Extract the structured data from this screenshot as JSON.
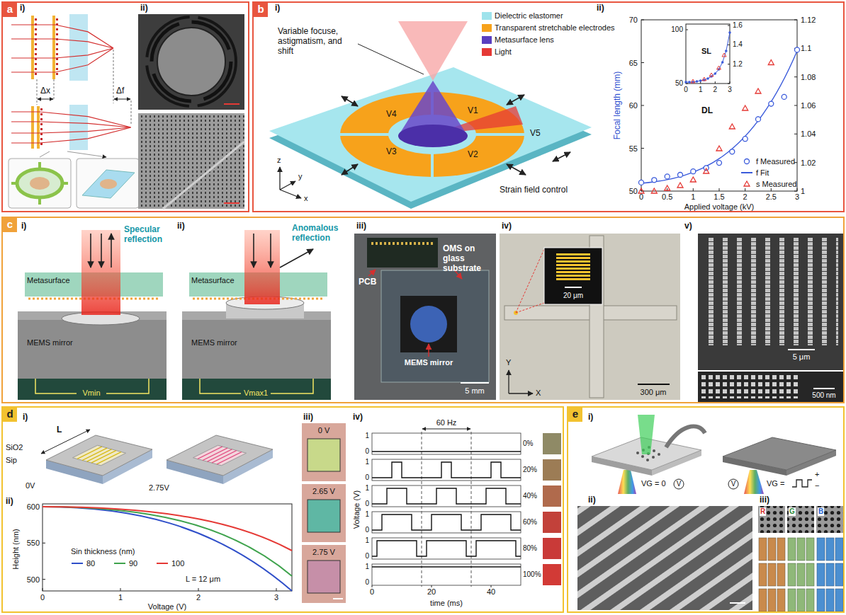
{
  "diagram": {
    "nodes": [
      {
        "text": [
          "a"
        ]
      },
      {
        "text": [
          "b"
        ]
      },
      {
        "text": [
          "c"
        ]
      },
      {
        "text": [
          "d"
        ]
      },
      {
        "text": [
          "e"
        ]
      }
    ],
    "labels": [
      "i)",
      "ii)",
      "Δx",
      "Δf",
      "i)",
      "Variable focuse, astigmatism, and shift",
      "V4",
      "V1",
      "V5",
      "V3",
      "V2",
      "Strain field control",
      "z",
      "y",
      "x",
      "ii)",
      "Focal length (mm)",
      "50",
      "55",
      "60",
      "65",
      "70",
      "1",
      "1.02",
      "1.04",
      "1.06",
      "1.08",
      "1.1",
      "1.12",
      "0",
      "0.5",
      "1",
      "1.5",
      "2",
      "2.5",
      "3",
      "Applied voltage (kV)",
      "100",
      "50",
      "1.6",
      "1.4",
      "1.2",
      "0",
      "1",
      "2",
      "3",
      "SL",
      "DL",
      "i)",
      "Specular reflection",
      "Metasurface",
      "MEMS mirror",
      "Vmin",
      "ii)",
      "Anomalous reflection",
      "Metasurface",
      "MEMS mirror",
      "Vmax1",
      "iii)",
      "PCB",
      "OMS on glass substrate",
      "MEMS mirror",
      "5 mm",
      "iv)",
      "20 μm",
      "300 μm",
      "Y",
      "X",
      "v)",
      "5 μm",
      "500 nm",
      "i)",
      "L",
      "SiO2",
      "Sip",
      "0V",
      "2.75V",
      "ii)",
      "Height (nm)",
      "600",
      "550",
      "500",
      "0",
      "1",
      "2",
      "3",
      "Voltage (V)",
      "Sin thickness (nm)",
      "L = 12 μm",
      "iii)",
      "0 V",
      "2.65 V",
      "2.75 V",
      "iv)",
      "Voltage (V)",
      "60 Hz",
      "1",
      "0",
      "1",
      "0",
      "1",
      "0",
      "1",
      "0",
      "1",
      "0",
      "1",
      "0",
      "0%",
      "20%",
      "40%",
      "60%",
      "80%",
      "100%",
      "0",
      "20",
      "40",
      "time (ms)",
      "i)",
      "VG = 0",
      "V",
      "VG =",
      "+",
      "−",
      "V",
      "ii)",
      "iii)",
      "R",
      "G",
      "B"
    ],
    "legend": [
      {
        "text": "Dielectric elastomer",
        "color": "#9ee3ec"
      },
      {
        "text": "Transparent stretchable electrodes",
        "color": "#f7a21b"
      },
      {
        "text": "Metasurface lens",
        "color": "#5a3fc0"
      },
      {
        "text": "Light",
        "color": "#e53935"
      },
      {
        "text": "f Measured"
      },
      {
        "text": "f Fit"
      },
      {
        "text": "s Measured"
      },
      {
        "text": "80"
      },
      {
        "text": "90"
      },
      {
        "text": "100"
      }
    ]
  }
}
